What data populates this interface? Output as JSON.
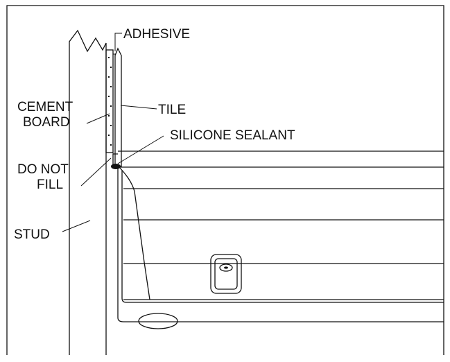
{
  "labels": {
    "adhesive": "ADHESIVE",
    "cement_board_line1": "CEMENT",
    "cement_board_line2": "BOARD",
    "tile": "TILE",
    "silicone_sealant": "SILICONE SEALANT",
    "do_not_fill_line1": "DO NOT",
    "do_not_fill_line2": "FILL",
    "stud": "STUD"
  },
  "colors": {
    "line": "#111111",
    "background": "#ffffff",
    "tile_fill": "#a8a8a8",
    "sealant_fill": "#111111"
  }
}
